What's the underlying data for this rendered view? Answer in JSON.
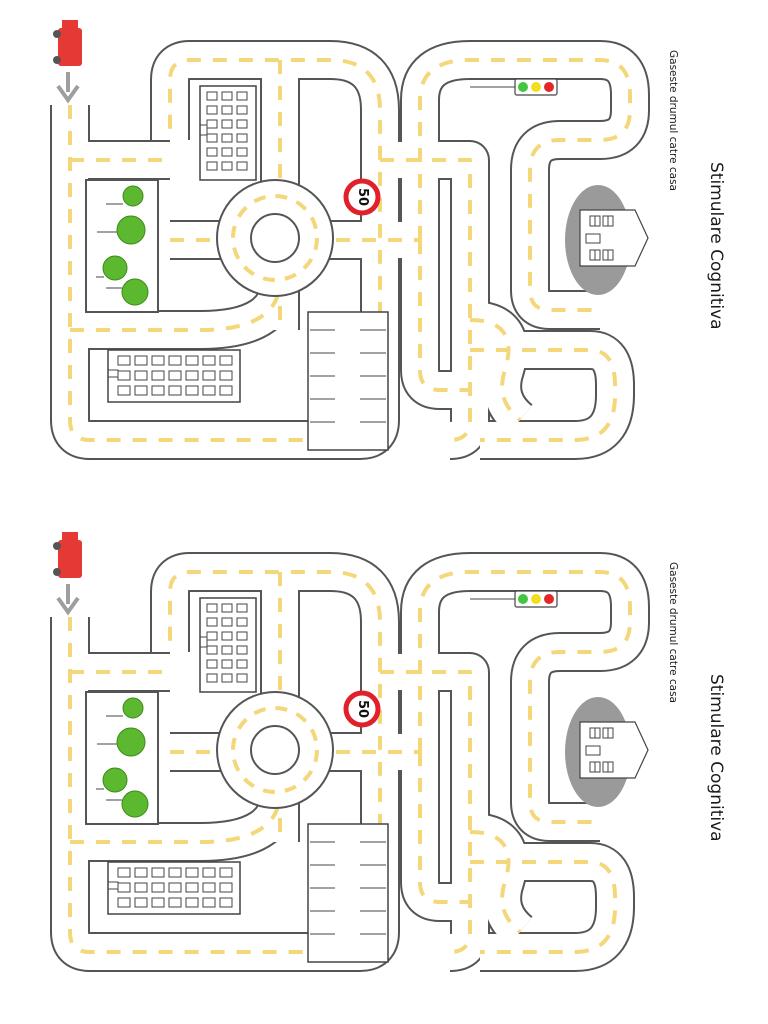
{
  "worksheet": {
    "title": "Stimulare Cognitiva",
    "instruction": "Gaseste drumul catre casa",
    "speed_limit": "50",
    "copies": 2
  },
  "colors": {
    "road": "#ffffff",
    "road_edge": "#555555",
    "lane_marking": "#f5d77b",
    "car": "#e53935",
    "arrow": "#9e9e9e",
    "tree": "#5cb82e",
    "house_shadow": "#9a9a9a",
    "sign_ring": "#e0202a",
    "traffic_light": [
      "#43c743",
      "#f2df1f",
      "#e32727"
    ]
  },
  "icons": [
    "car-icon",
    "down-arrow-icon",
    "tree-icon",
    "building-icon",
    "speed-limit-sign-icon",
    "traffic-light-icon",
    "house-icon",
    "parking-lot-icon",
    "roundabout-icon"
  ]
}
